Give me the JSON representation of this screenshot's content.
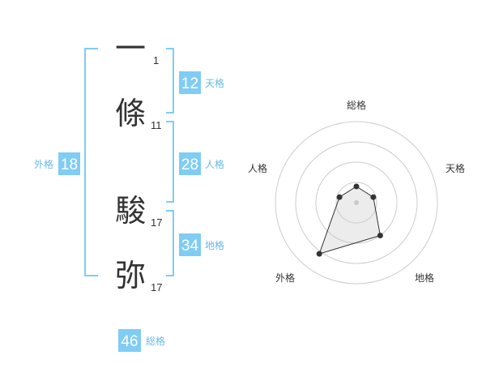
{
  "name_chars": [
    {
      "char": "一",
      "strokes": "1"
    },
    {
      "char": "條",
      "strokes": "11"
    },
    {
      "char": "駿",
      "strokes": "17"
    },
    {
      "char": "弥",
      "strokes": "17"
    }
  ],
  "kaku": {
    "ten": {
      "value": "12",
      "label": "天格"
    },
    "jin": {
      "value": "28",
      "label": "人格"
    },
    "chi": {
      "value": "34",
      "label": "地格"
    },
    "gai": {
      "value": "18",
      "label": "外格"
    },
    "sou": {
      "value": "46",
      "label": "総格"
    }
  },
  "colors": {
    "accent": "#7fccf5",
    "text": "#333333",
    "ring": "#cccccc"
  },
  "chart_data": {
    "type": "radar",
    "axes": [
      "総格",
      "天格",
      "地格",
      "外格",
      "人格"
    ],
    "values": [
      0.2,
      0.22,
      0.5,
      0.78,
      0.22
    ],
    "rings": 4
  }
}
